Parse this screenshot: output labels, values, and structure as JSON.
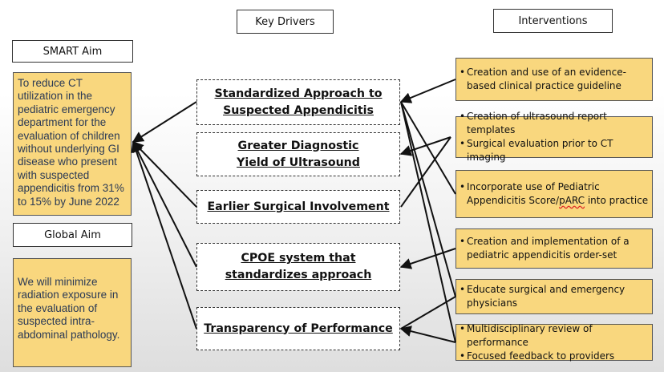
{
  "headers": {
    "key_drivers": "Key Drivers",
    "interventions": "Interventions",
    "smart_aim": "SMART Aim",
    "global_aim": "Global Aim"
  },
  "smart_aim_text": "To reduce CT utilization in the pediatric emergency department for the evaluation of children without underlying GI disease who present with suspected appendicitis from 31% to 15% by June 2022",
  "global_aim_text": "We will minimize radiation exposure in the evaluation of suspected intra-abdominal pathology.",
  "drivers": [
    "Standardized Approach to Suspected Appendicitis",
    "Greater Diagnostic Yield of Ultrasound",
    "Earlier Surgical Involvement",
    "CPOE system that standardizes approach",
    "Transparency of Performance"
  ],
  "interventions": [
    [
      "Creation and use of an evidence-based clinical practice guideline"
    ],
    [
      "Creation of ultrasound report templates",
      "Surgical evaluation prior to CT imaging"
    ],
    [
      "Incorporate use of Pediatric Appendicitis Score/pARC into practice"
    ],
    [
      "Creation and implementation of a pediatric appendicitis order-set"
    ],
    [
      "Educate surgical and emergency physicians"
    ],
    [
      "Multidisciplinary review of performance",
      "Focused feedback to providers"
    ]
  ],
  "bullet_char": "•",
  "colors": {
    "box_fill": "#f9d77e",
    "aim_text": "#2b3a55",
    "arrow": "#111111"
  }
}
